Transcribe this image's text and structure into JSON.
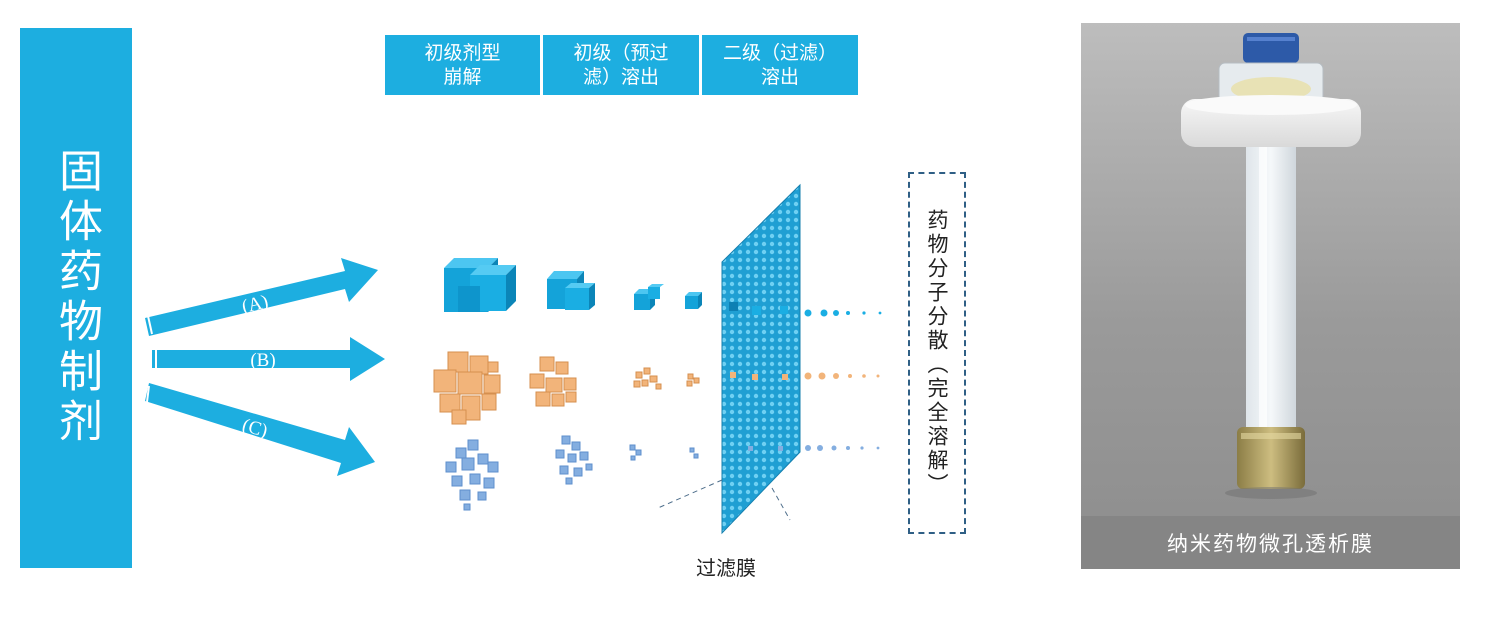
{
  "side_title": "固体药物制剂",
  "stages": [
    {
      "label": "初级剂型\n崩解"
    },
    {
      "label": "初级（预过\n滤）溶出"
    },
    {
      "label": "二级（过滤）\n溶出"
    }
  ],
  "pathways": [
    {
      "label": "(A)",
      "color": "#1aaee3"
    },
    {
      "label": "(B)",
      "color": "#f2b47a"
    },
    {
      "label": "(C)",
      "color": "#84aee0"
    }
  ],
  "filter_label": "过滤膜",
  "result_label": "药物分子分散（完全溶解）",
  "photo": {
    "caption": "纳米药物微孔透析膜"
  },
  "colors": {
    "primary": "#1daee0",
    "orange": "#f2b47a",
    "light_blue": "#84aee0",
    "dashed_border": "#2f5f85"
  }
}
